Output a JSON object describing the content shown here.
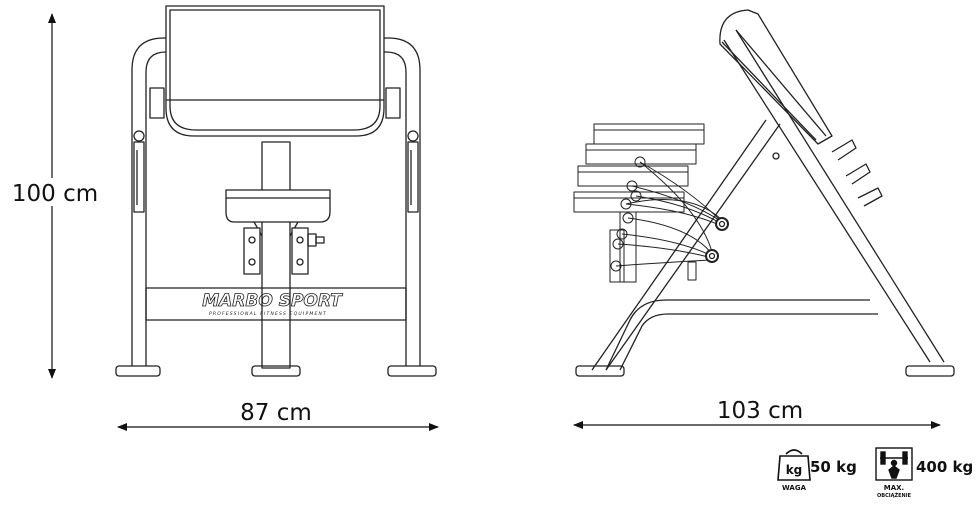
{
  "dimensions": {
    "height": "100 cm",
    "width": "87 cm",
    "length": "103 cm"
  },
  "badges": {
    "weight": {
      "unit": "kg",
      "value": "50 kg",
      "caption": "WAGA"
    },
    "max_load": {
      "value": "400 kg",
      "caption_top": "MAX.",
      "caption_bottom": "OBCIĄŻENIE"
    }
  },
  "branding": {
    "logo": "MARBO SPORT",
    "tagline": "PROFESSIONAL FITNESS EQUIPMENT"
  },
  "colors": {
    "line": "#222222",
    "text": "#111111",
    "background": "#ffffff"
  }
}
